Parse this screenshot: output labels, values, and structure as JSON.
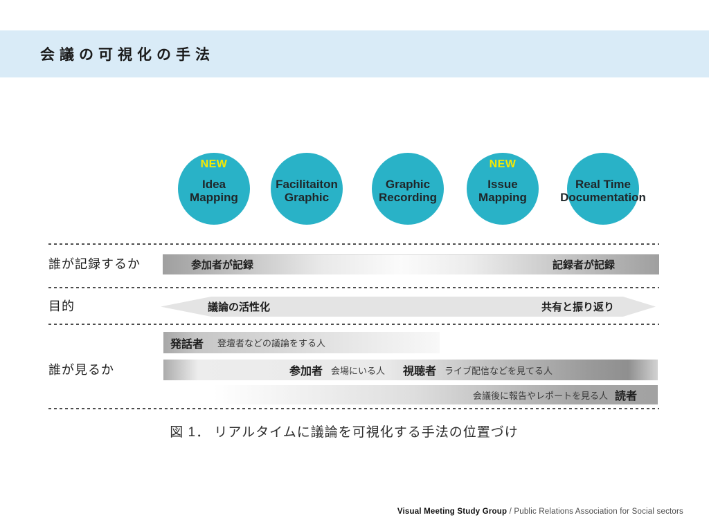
{
  "slide": {
    "title": "会議の可視化の手法",
    "caption": "図 1． リアルタイムに議論を可視化する手法の位置づけ",
    "footer_group": "Visual Meeting Study Group",
    "footer_rest": " / Public Relations Association for Social sectors"
  },
  "methods": [
    {
      "badge": "NEW",
      "line1": "Idea",
      "line2": "Mapping"
    },
    {
      "badge": "",
      "line1": "Facilitaiton",
      "line2": "Graphic"
    },
    {
      "badge": "",
      "line1": "Graphic",
      "line2": "Recording"
    },
    {
      "badge": "NEW",
      "line1": "Issue",
      "line2": "Mapping"
    },
    {
      "badge": "",
      "line1": "Real Time",
      "line2": "Documentation"
    }
  ],
  "rows": {
    "who_records": {
      "label": "誰が記録するか",
      "left_end": "参加者が記録",
      "right_end": "記録者が記録"
    },
    "purpose": {
      "label": "目的",
      "left_end": "議論の活性化",
      "right_end": "共有と振り返り"
    },
    "who_views": {
      "label": "誰が見るか",
      "speaker_term": "発話者",
      "speaker_desc": "登壇者などの議論をする人",
      "participant_term": "参加者",
      "participant_desc": "会場にいる人",
      "viewer_term": "視聴者",
      "viewer_desc": "ライブ配信などを見てる人",
      "reader_desc": "会議後に報告やレポートを見る人",
      "reader_term": "読者"
    }
  },
  "colors": {
    "banner_background": "#d9ebf7",
    "method_circle_teal": "#29b2c7",
    "new_badge_yellow": "#f5e903",
    "bar_dark_gray": "#9f9f9f",
    "bar_light_gray": "#e4e4e4"
  }
}
